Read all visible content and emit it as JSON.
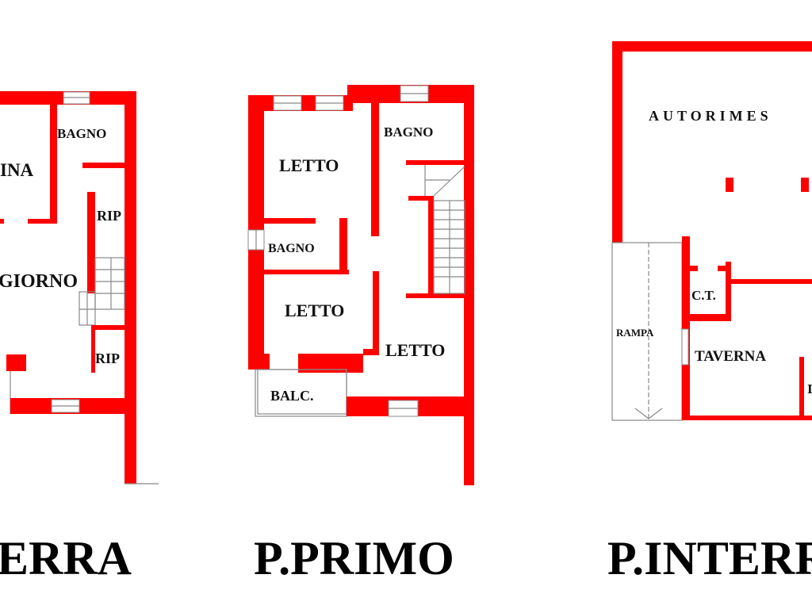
{
  "colors": {
    "wall": "#ff0000",
    "text": "#111111",
    "outline": "#888888"
  },
  "plans": [
    {
      "title": "ERRA",
      "rooms": [
        "BAGNO",
        "INA",
        "RIP",
        "GIORNO",
        "RIP"
      ]
    },
    {
      "title": "P.PRIMO",
      "rooms": [
        "BAGNO",
        "LETTO",
        "BAGNO",
        "LETTO",
        "LETTO",
        "BALC."
      ]
    },
    {
      "title": "P.INTERR",
      "rooms": [
        "AUTORIMES",
        "C.T.",
        "RAMPA",
        "TAVERNA",
        "I"
      ]
    }
  ]
}
